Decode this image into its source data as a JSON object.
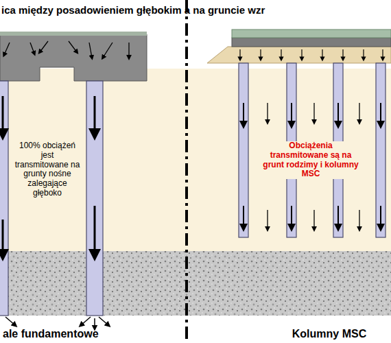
{
  "diagram": {
    "title": "ica między posadowieniem głębokim a na gruncie wzr",
    "labels": [
      "100% obciążeń jest transmitowane na grunty nośne zalegające głęboko",
      "Obciążenia transmitowane są na grunt rodzimy i kolumny MSC",
      "ale fundamentowe",
      "Kolumny MSC"
    ]
  }
}
